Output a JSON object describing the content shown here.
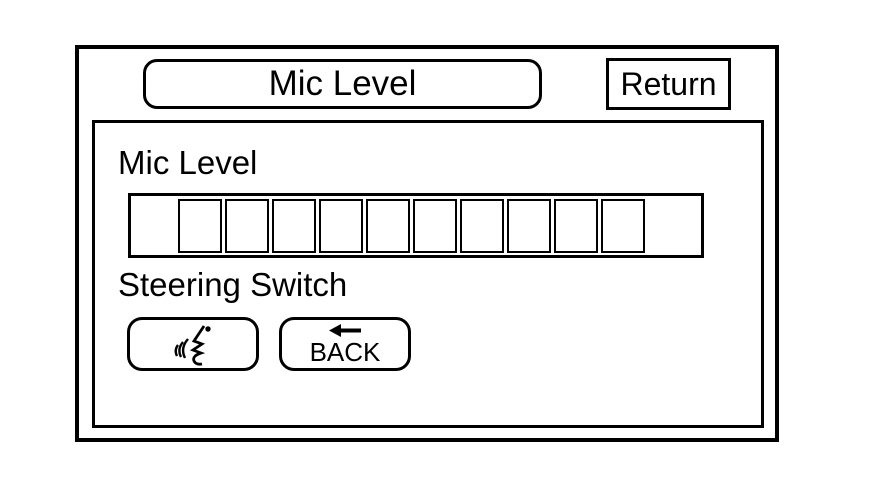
{
  "colors": {
    "foreground": "#000000",
    "background": "#ffffff"
  },
  "header": {
    "title_label": "Mic Level",
    "return_label": "Return"
  },
  "panel": {
    "mic_level_label": "Mic Level",
    "steering_switch_label": "Steering Switch",
    "mic_level_bar": {
      "segment_count": 10,
      "filled_count": 0
    },
    "voice_button": {
      "icon": "voice-recognition-icon"
    },
    "back_button": {
      "label": "BACK",
      "icon": "left-arrow-icon"
    }
  }
}
